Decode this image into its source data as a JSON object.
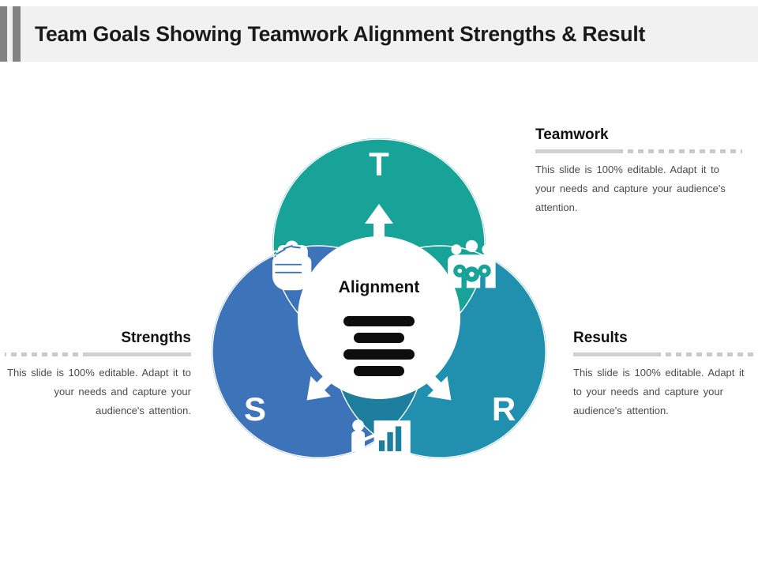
{
  "header": {
    "title": "Team Goals Showing Teamwork Alignment Strengths & Result",
    "accent_color": "#828282",
    "background_color": "#f1f1f1"
  },
  "diagram": {
    "type": "venn-3-circle",
    "center": {
      "label": "Alignment",
      "icon": "alignment-lines-icon",
      "fill": "#ffffff"
    },
    "circles": [
      {
        "id": "teamwork",
        "letter": "T",
        "position": "top",
        "color": "#17A398",
        "icon": "team-gears-icon"
      },
      {
        "id": "strengths",
        "letter": "S",
        "position": "bottom-left",
        "color": "#3D73B8",
        "icon": "fist-icon"
      },
      {
        "id": "results",
        "letter": "R",
        "position": "bottom-right",
        "color": "#2190AE",
        "icon": "presentation-icon"
      }
    ],
    "overlap_color": "#1E7E9E",
    "arrows": [
      {
        "id": "arrow-up",
        "direction": "up"
      },
      {
        "id": "arrow-down-left",
        "direction": "down-left"
      },
      {
        "id": "arrow-down-right",
        "direction": "down-right"
      }
    ]
  },
  "callouts": [
    {
      "id": "teamwork",
      "title": "Teamwork",
      "body": "This slide is 100% editable. Adapt it to your needs and capture your audience's attention."
    },
    {
      "id": "strengths",
      "title": "Strengths",
      "body": "This slide is 100% editable. Adapt it to your needs and capture your audience's attention."
    },
    {
      "id": "results",
      "title": "Results",
      "body": "This slide is 100% editable. Adapt it to your needs and capture your audience's attention."
    }
  ]
}
